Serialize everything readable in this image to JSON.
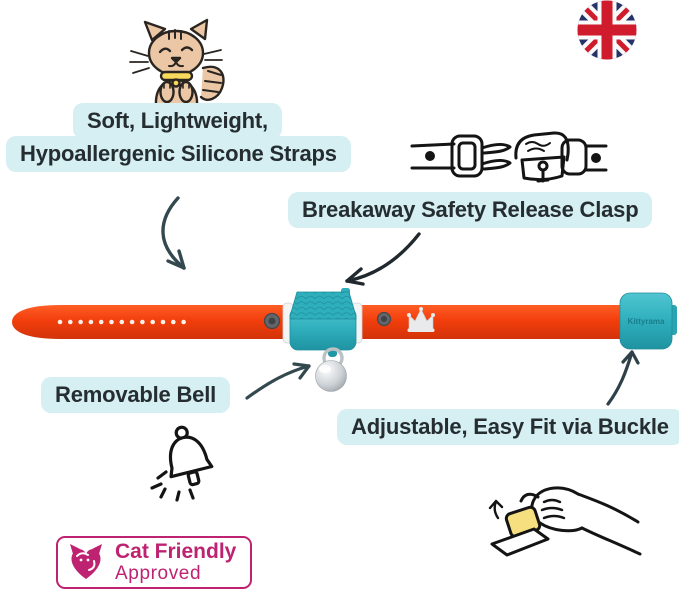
{
  "callouts": {
    "straps_line1": "Soft, Lightweight,",
    "straps_line2": "Hypoallergenic Silicone Straps",
    "clasp": "Breakaway Safety Release Clasp",
    "bell": "Removable Bell",
    "buckle": "Adjustable, Easy Fit via Buckle"
  },
  "collar": {
    "brand": "Kittyrama"
  },
  "badge": {
    "title": "Cat Friendly",
    "subtitle": "Approved"
  },
  "icons": {
    "flag": "uk-flag-icon",
    "cat": "happy-cat-doodle-icon",
    "clasp_doodle": "breakaway-clasp-doodle-icon",
    "bell_doodle": "bell-doodle-icon",
    "hand_doodle": "hand-adjusting-buckle-doodle-icon",
    "badge_logo": "cat-friendly-heart-logo-icon",
    "crown": "crown-charm-icon"
  },
  "colors": {
    "pill_bg": "#D5EFF2",
    "text_dark": "#252D31",
    "strap_orange": "#F23E0C",
    "clasp_teal": "#2FAEBC",
    "badge_magenta": "#BE2371",
    "arrow_slate": "#33484F"
  }
}
